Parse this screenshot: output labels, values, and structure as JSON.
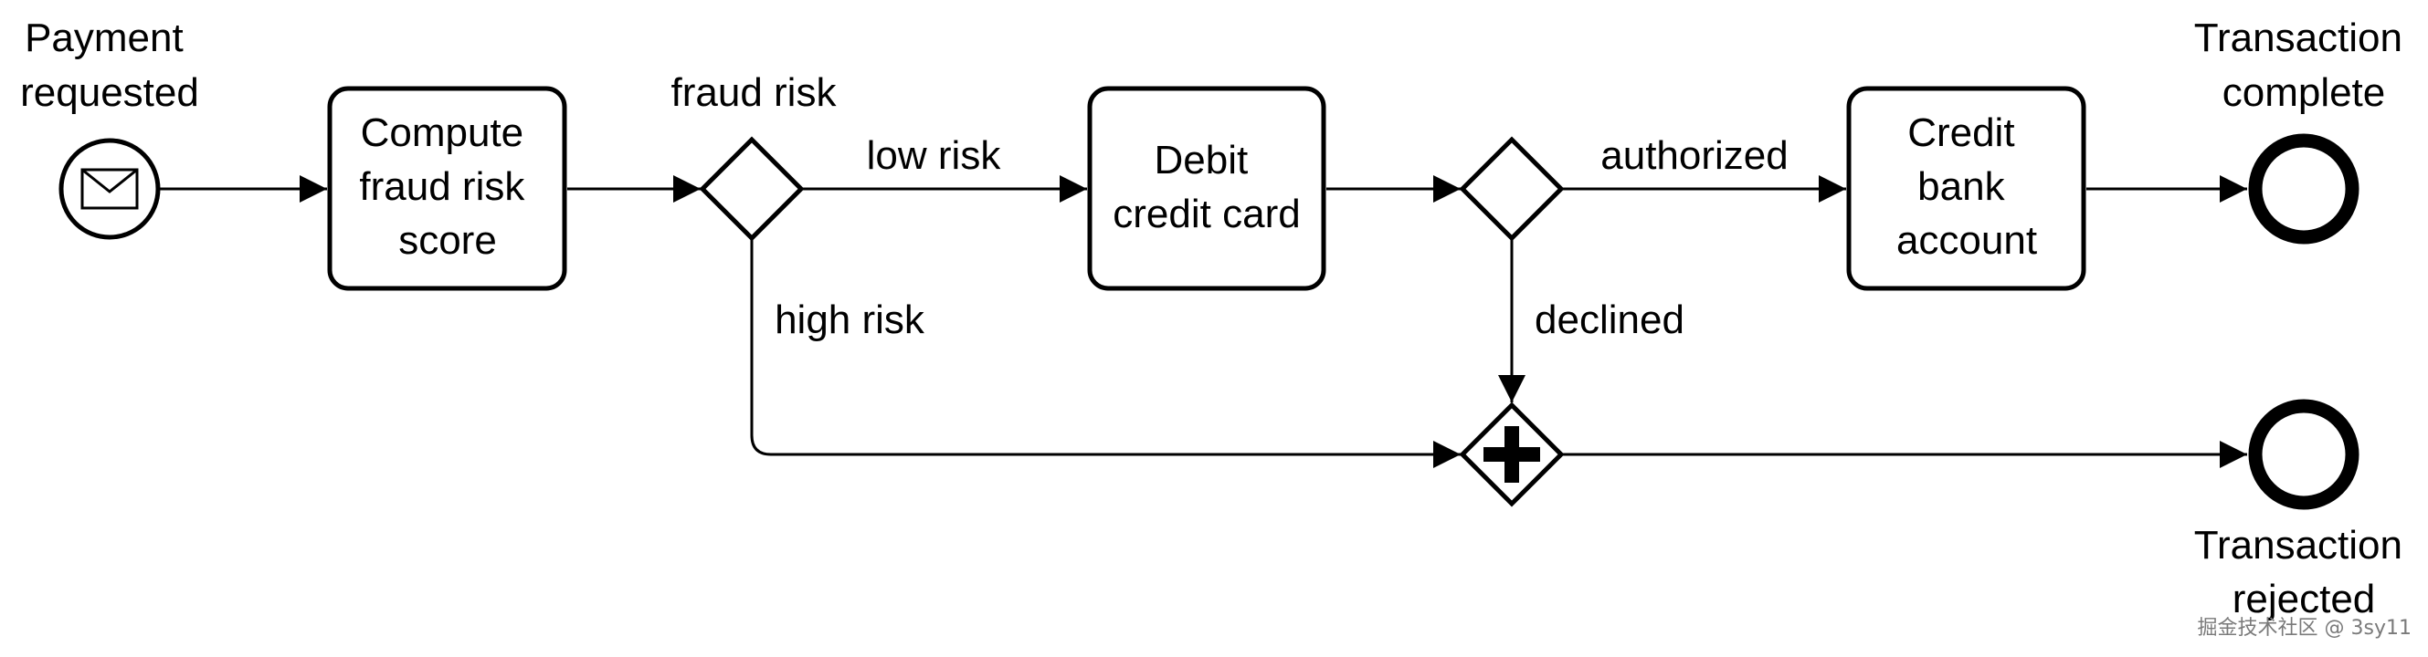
{
  "events": {
    "start": {
      "label_lines": [
        "Payment",
        "requested"
      ],
      "icon": "envelope-icon"
    },
    "end_complete": {
      "label_lines": [
        "Transaction",
        "complete"
      ]
    },
    "end_rejected": {
      "label_lines": [
        "Transaction",
        "rejected"
      ]
    }
  },
  "tasks": {
    "compute_score": {
      "label_lines": [
        "Compute",
        "fraud risk",
        "score"
      ]
    },
    "debit_card": {
      "label_lines": [
        "Debit",
        "credit card"
      ]
    },
    "credit_account": {
      "label_lines": [
        "Credit",
        "bank",
        "account"
      ]
    }
  },
  "gateways": {
    "fraud_risk": {
      "label": "fraud risk",
      "type": "exclusive"
    },
    "authorization": {
      "label": "",
      "type": "exclusive"
    },
    "join": {
      "label": "",
      "type": "parallel"
    }
  },
  "flows": {
    "low_risk": "low risk",
    "high_risk": "high risk",
    "authorized": "authorized",
    "declined": "declined"
  },
  "watermark": "掘金技术社区 @ 3sy11"
}
